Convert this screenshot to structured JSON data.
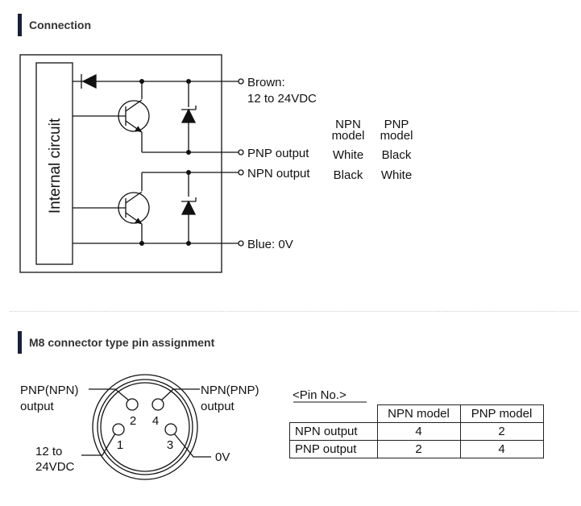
{
  "sections": {
    "connection_title": "Connection",
    "m8_title": "M8 connector type pin assignment"
  },
  "connection": {
    "internal_circuit_label": "Internal circuit",
    "brown_label": "Brown:",
    "brown_voltage": "12 to 24VDC",
    "pnp_output_label": "PNP output",
    "npn_output_label": "NPN output",
    "blue_label": "Blue: 0V",
    "model_headers": [
      {
        "line1": "NPN",
        "line2": "model"
      },
      {
        "line1": "PNP",
        "line2": "model"
      }
    ],
    "pnp_output_colors": [
      "White",
      "Black"
    ],
    "npn_output_colors": [
      "Black",
      "White"
    ]
  },
  "m8": {
    "left_top_label": [
      "PNP(NPN)",
      "output"
    ],
    "right_top_label": [
      "NPN(PNP)",
      "output"
    ],
    "left_bottom_label": [
      "12 to",
      "24VDC"
    ],
    "right_bottom_label": "0V",
    "pin_numbers": [
      "1",
      "2",
      "3",
      "4"
    ]
  },
  "pin_table": {
    "caption": "<Pin No.>",
    "headers": [
      "NPN model",
      "PNP model"
    ],
    "rows": [
      {
        "label": "NPN output",
        "values": [
          "4",
          "2"
        ]
      },
      {
        "label": "PNP output",
        "values": [
          "2",
          "4"
        ]
      }
    ]
  }
}
